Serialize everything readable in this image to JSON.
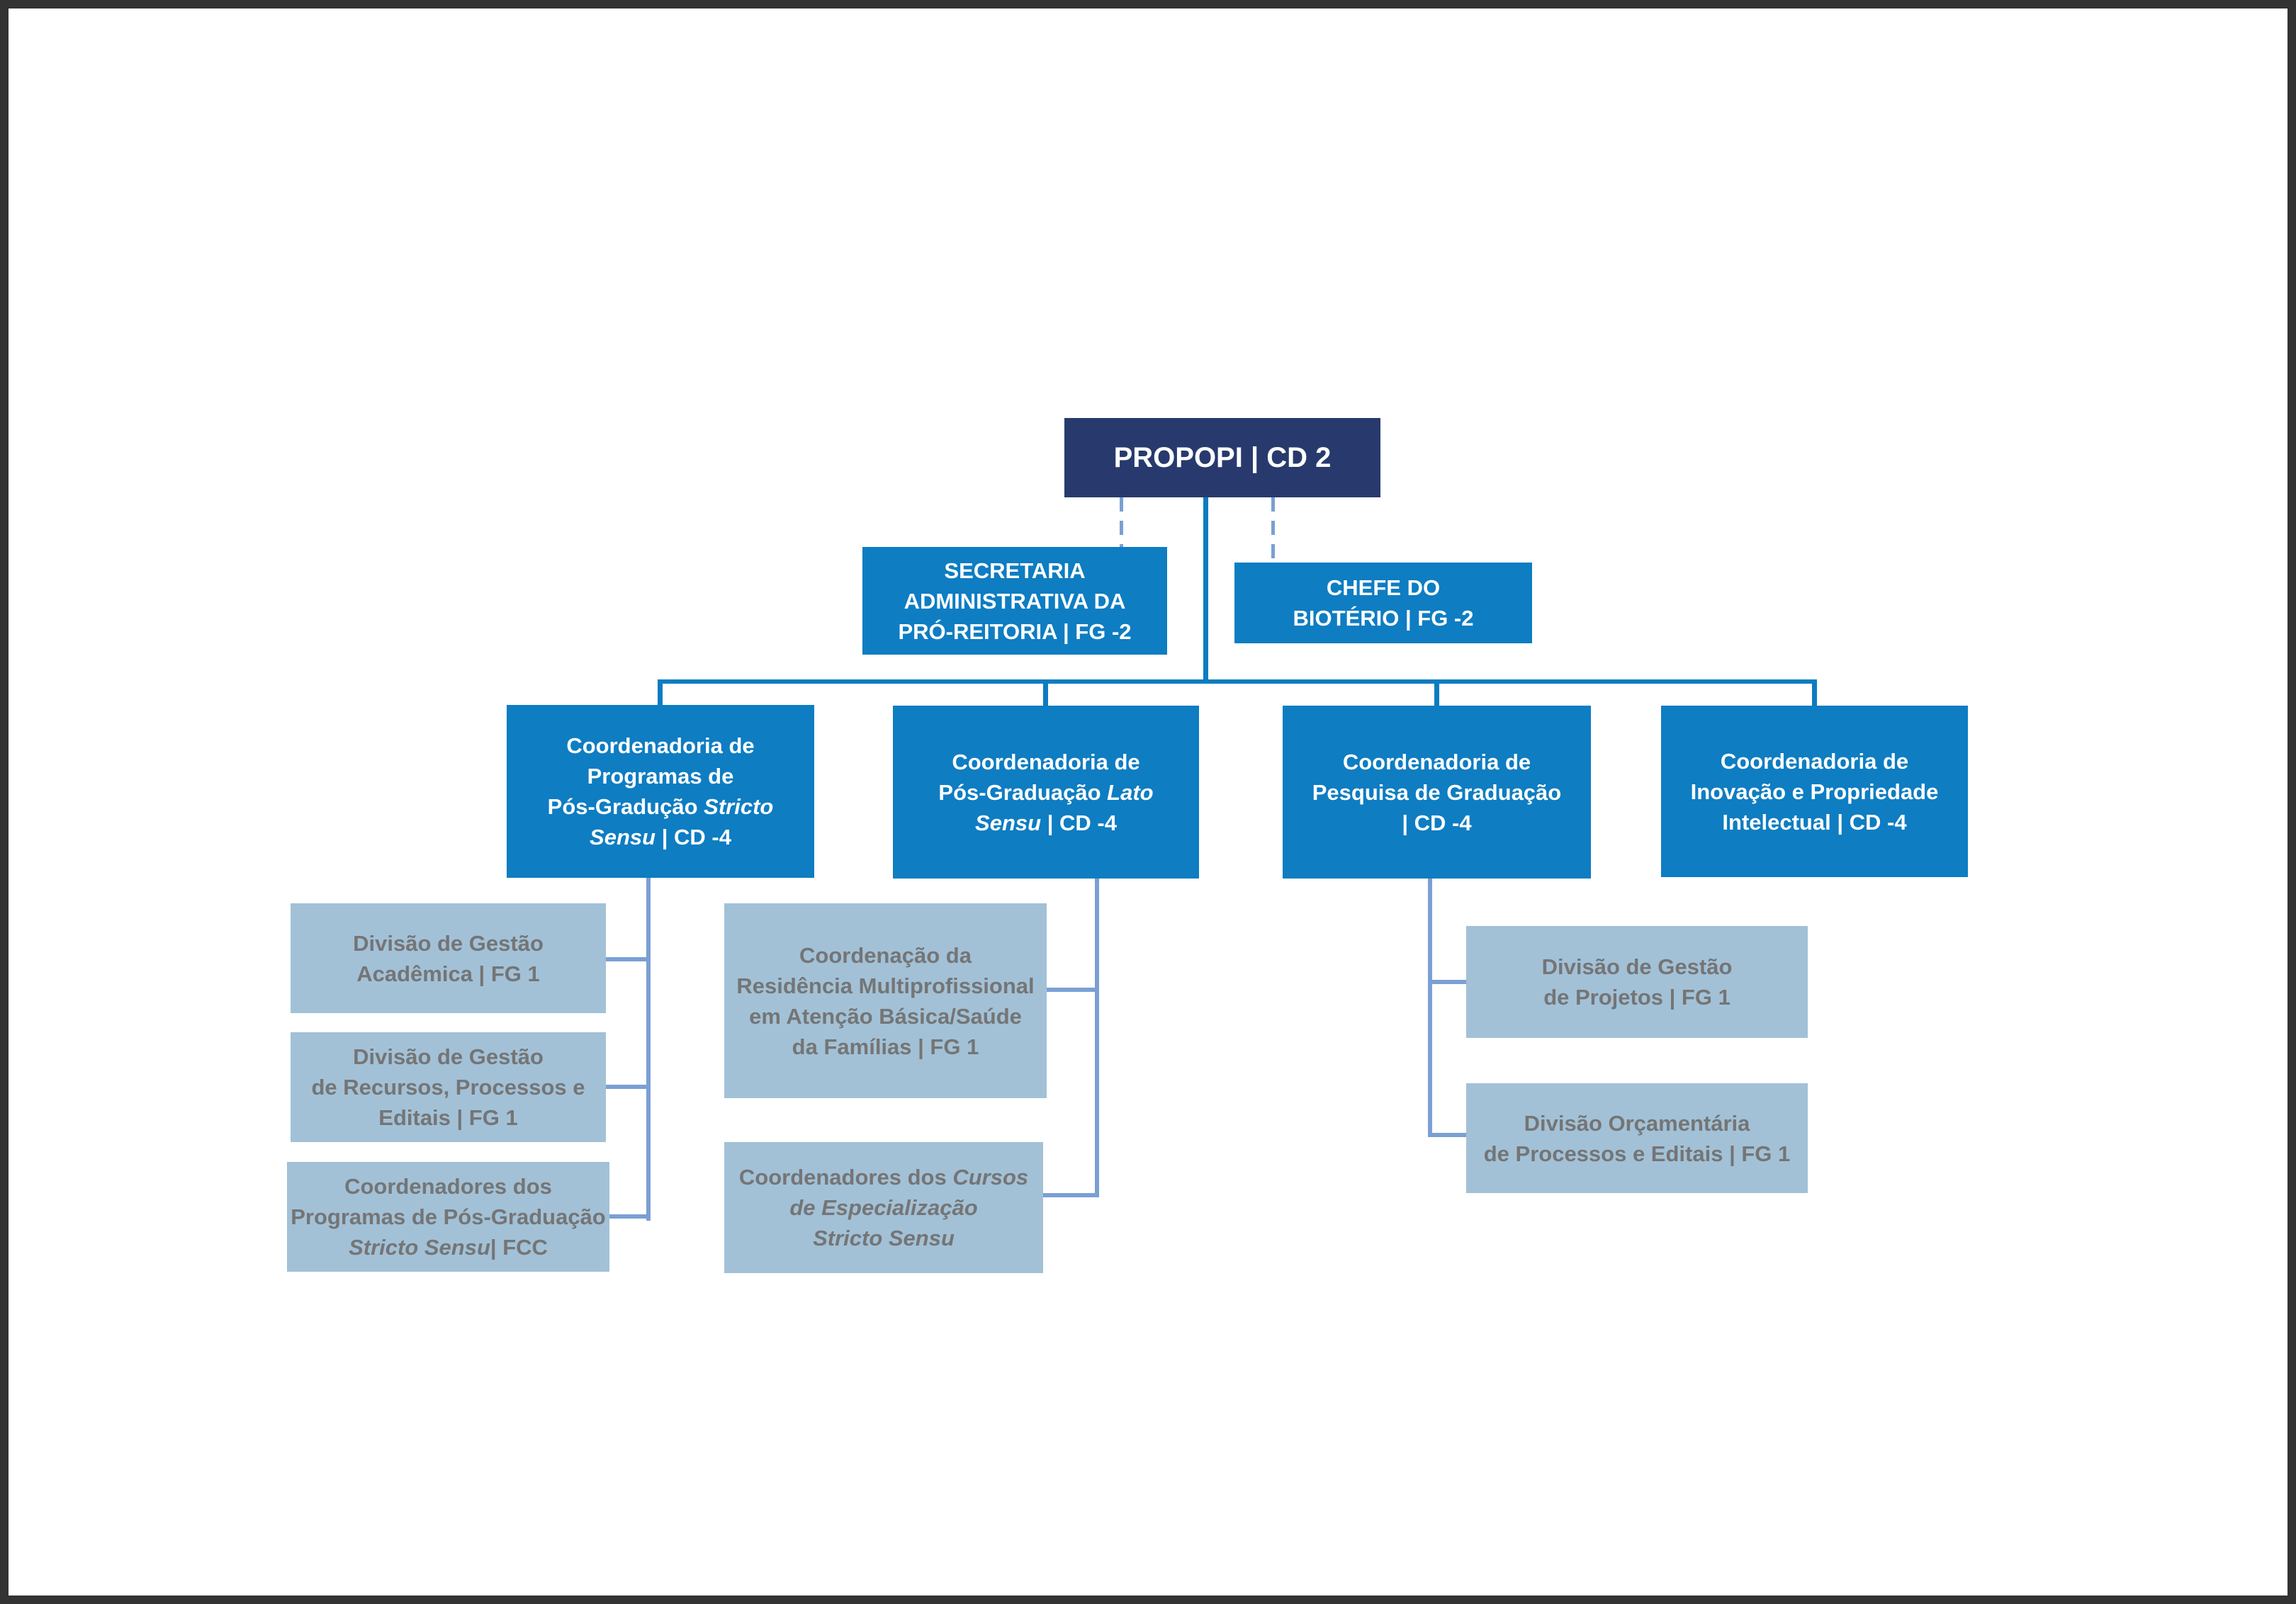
{
  "palette": {
    "navy": "#283a6d",
    "blue": "#0e7dc2",
    "light_box": "#a2c1d7",
    "gray_text": "#757575",
    "connector": "#0b7cc1",
    "connector_light": "#7aa0d4",
    "frame": "#333333"
  },
  "nodes": {
    "propopi": {
      "label": "PROPOPI | CD 2"
    },
    "secretaria": {
      "l1": "SECRETARIA",
      "l2": "ADMINISTRATIVA DA",
      "l3": "PRÓ-REITORIA | FG -2"
    },
    "bioterio": {
      "l1": "CHEFE DO",
      "l2": "BIOTÉRIO | FG -2"
    },
    "coord_programas": {
      "l1": "Coordenadoria de",
      "l2": "Programas de",
      "l3a": "Pós-Gradução ",
      "l3b": "Stricto",
      "l4a": "Sensu",
      "l4b": " | CD -4"
    },
    "coord_lato": {
      "l1": "Coordenadoria de",
      "l2a": "Pós-Graduação ",
      "l2b": "Lato",
      "l3a": "Sensu",
      "l3b": " | CD -4"
    },
    "coord_pesquisa": {
      "l1": "Coordenadoria de",
      "l2": "Pesquisa de Graduação",
      "l3": "| CD -4"
    },
    "coord_inovacao": {
      "l1": "Coordenadoria de",
      "l2": "Inovação e Propriedade",
      "l3": "Intelectual | CD -4"
    },
    "div_academica": {
      "l1": "Divisão de Gestão",
      "l2": "Acadêmica | FG 1"
    },
    "div_recursos": {
      "l1": "Divisão de Gestão",
      "l2": "de Recursos, Processos e",
      "l3": "Editais | FG 1"
    },
    "coord_fcc": {
      "l1": "Coordenadores dos",
      "l2": "Programas de Pós-Graduação",
      "l3a": "Stricto Sensu",
      "l3b": "| FCC"
    },
    "coord_residencia": {
      "l1": "Coordenação da",
      "l2": "Residência Multiprofissional",
      "l3": "em Atenção Básica/Saúde",
      "l4": "da Famílias | FG 1"
    },
    "coord_cursos": {
      "l1a": "Coordenadores dos ",
      "l1b": "Cursos",
      "l2": "de Especialização",
      "l3": "Stricto Sensu"
    },
    "div_projetos": {
      "l1": "Divisão de Gestão",
      "l2": "de Projetos | FG 1"
    },
    "div_orcamentaria": {
      "l1": "Divisão Orçamentária",
      "l2": "de Processos e Editais | FG 1"
    }
  },
  "edges": [
    {
      "from": "PROPOPI | CD 2",
      "to": "SECRETARIA ADMINISTRATIVA DA PRÓ-REITORIA | FG -2",
      "style": "dashed"
    },
    {
      "from": "PROPOPI | CD 2",
      "to": "CHEFE DO BIOTÉRIO | FG -2",
      "style": "dashed"
    },
    {
      "from": "PROPOPI | CD 2",
      "to": "Coordenadoria de Programas de Pós-Gradução Stricto Sensu | CD -4",
      "style": "solid"
    },
    {
      "from": "PROPOPI | CD 2",
      "to": "Coordenadoria de Pós-Graduação Lato Sensu | CD -4",
      "style": "solid"
    },
    {
      "from": "PROPOPI | CD 2",
      "to": "Coordenadoria de Pesquisa de Graduação | CD -4",
      "style": "solid"
    },
    {
      "from": "PROPOPI | CD 2",
      "to": "Coordenadoria de Inovação e Propriedade Intelectual | CD -4",
      "style": "solid"
    },
    {
      "from": "Coordenadoria de Programas de Pós-Gradução Stricto Sensu | CD -4",
      "to": "Divisão de Gestão Acadêmica | FG 1",
      "style": "solid"
    },
    {
      "from": "Coordenadoria de Programas de Pós-Gradução Stricto Sensu | CD -4",
      "to": "Divisão de Gestão de Recursos, Processos e Editais | FG 1",
      "style": "solid"
    },
    {
      "from": "Coordenadoria de Programas de Pós-Gradução Stricto Sensu | CD -4",
      "to": "Coordenadores dos Programas de Pós-Graduação Stricto Sensu| FCC",
      "style": "solid"
    },
    {
      "from": "Coordenadoria de Pós-Graduação Lato Sensu | CD -4",
      "to": "Coordenação da Residência Multiprofissional em Atenção Básica/Saúde da Famílias | FG 1",
      "style": "solid"
    },
    {
      "from": "Coordenadoria de Pós-Graduação Lato Sensu | CD -4",
      "to": "Coordenadores dos Cursos de Especialização Stricto Sensu",
      "style": "solid"
    },
    {
      "from": "Coordenadoria de Pesquisa de Graduação | CD -4",
      "to": "Divisão de Gestão de Projetos | FG 1",
      "style": "solid"
    },
    {
      "from": "Coordenadoria de Pesquisa de Graduação | CD -4",
      "to": "Divisão Orçamentária de Processos e Editais | FG 1",
      "style": "solid"
    }
  ]
}
